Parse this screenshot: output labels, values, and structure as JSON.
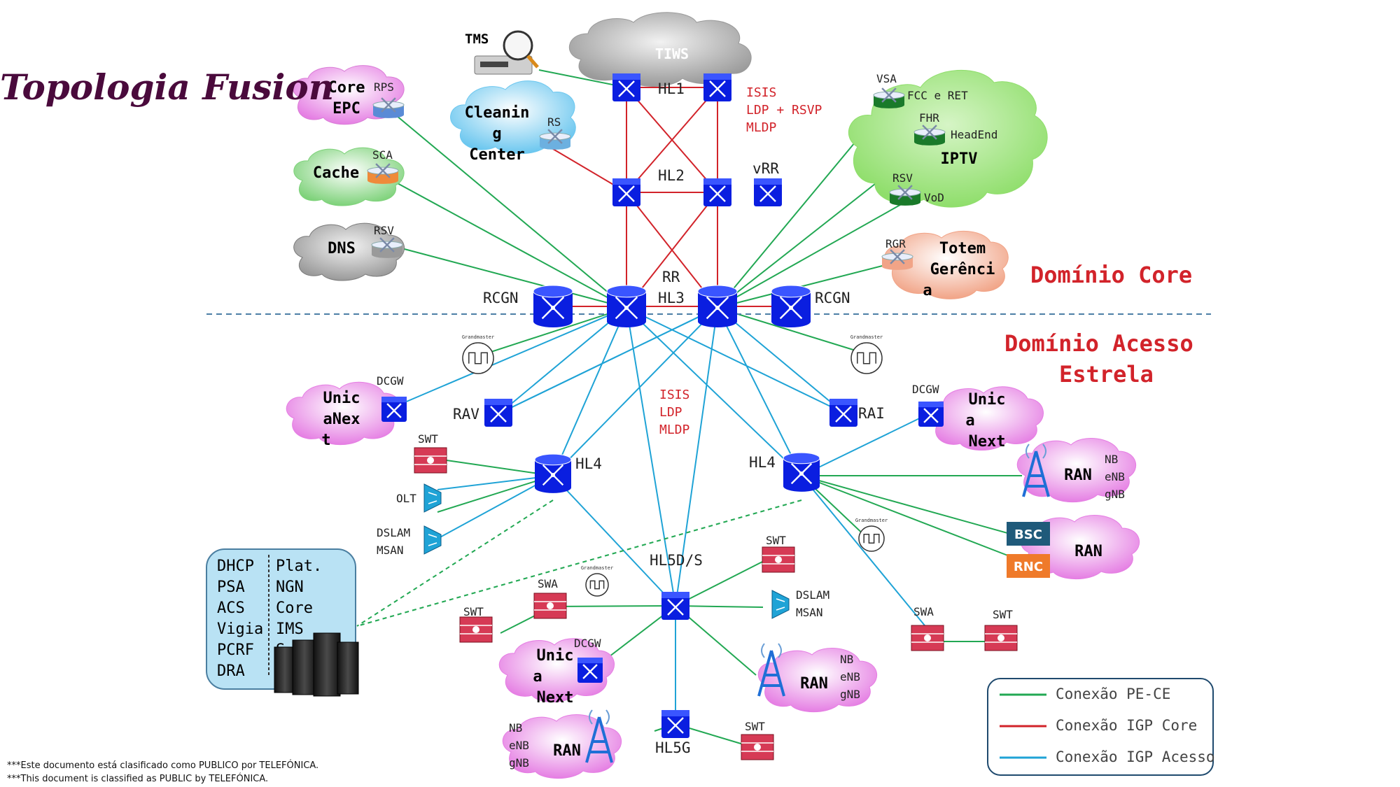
{
  "title": "Topologia Fusion",
  "domains": {
    "core": "Domínio Core",
    "access_l1": "Domínio Acesso",
    "access_l2": "Estrela"
  },
  "protocols_core": [
    "ISIS",
    "LDP + RSVP",
    "MLDP"
  ],
  "protocols_access": [
    "ISIS",
    "LDP",
    "MLDP"
  ],
  "colors": {
    "pece": "#22a853",
    "igp_core": "#d2232a",
    "igp_access": "#1fa3d6",
    "router": "#0a1ee0",
    "title": "#4a0a3c",
    "domain_text": "#d2232a"
  },
  "clouds": {
    "tiws": "TIWS",
    "core_epc": [
      "Core",
      "EPC"
    ],
    "cleaning": [
      "Cleanin",
      "g",
      "Center"
    ],
    "cache": "Cache",
    "dns": "DNS",
    "iptv": "IPTV",
    "totem": [
      "Totem",
      "Gerênci",
      "a"
    ],
    "unica_left": [
      "Unic",
      "aNex",
      "t"
    ],
    "unica_right": [
      "Unic",
      "a",
      "Next"
    ],
    "unica_bottom": [
      "Unic",
      "a",
      "Next"
    ],
    "ran": "RAN"
  },
  "labels": {
    "tms": "TMS",
    "hl1": "HL1",
    "hl2": "HL2",
    "vrr": "vRR",
    "rr": "RR",
    "hl3": "HL3",
    "rcgn": "RCGN",
    "rps": "RPS",
    "rs": "RS",
    "sca": "SCA",
    "rsv": "RSV",
    "vsa": "VSA",
    "fcc_ret": "FCC e RET",
    "fhr": "FHR",
    "headend": "HeadEnd",
    "vod": "VoD",
    "rgr": "RGR",
    "grandmaster": "Grandmaster",
    "dcgw": "DCGW",
    "rav": "RAV",
    "rai": "RAI",
    "hl4": "HL4",
    "swt": "SWT",
    "olt": "OLT",
    "dslam": "DSLAM",
    "msan": "MSAN",
    "hl5ds": "HL5D/S",
    "swa": "SWA",
    "hl5g": "HL5G",
    "nb": "NB",
    "enb": "eNB",
    "gnb": "gNB",
    "bsc": "BSC",
    "rnc": "RNC"
  },
  "dc_box": {
    "left": [
      "DHCP",
      "PSA",
      "ACS",
      "Vigia",
      "PCRF",
      "DRA"
    ],
    "right": [
      "Plat.",
      "NGN",
      "Core",
      "IMS",
      "S"
    ]
  },
  "legend": [
    {
      "label": "Conexão PE-CE",
      "color": "#22a853"
    },
    {
      "label": "Conexão IGP Core",
      "color": "#d2232a"
    },
    {
      "label": "Conexão IGP Acesso",
      "color": "#1fa3d6"
    }
  ],
  "footnotes": [
    "***Este documento está clasificado como PUBLICO por TELEFÓNICA.",
    "***This document is classified as PUBLIC by TELEFÓNICA."
  ]
}
